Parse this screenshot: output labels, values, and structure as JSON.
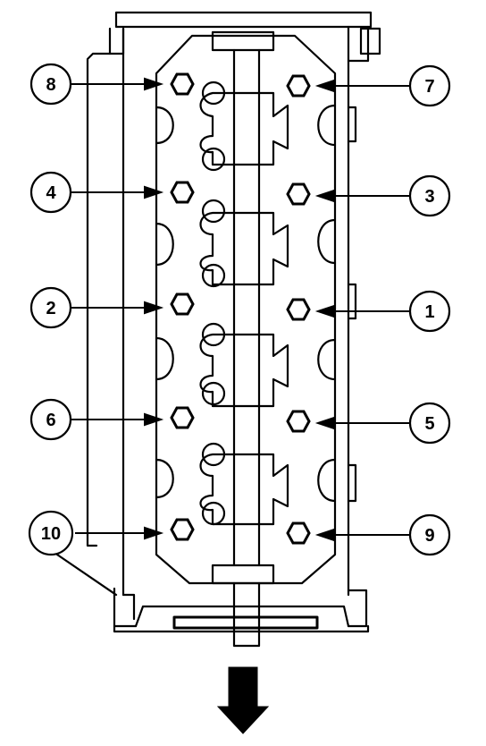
{
  "diagram": {
    "colors": {
      "line": "#000000",
      "background": "#ffffff"
    },
    "callouts": {
      "left": [
        "8",
        "4",
        "2",
        "6",
        "10"
      ],
      "right": [
        "7",
        "3",
        "1",
        "5",
        "9"
      ]
    },
    "icons": {
      "bolt": "hexagon-bolt-icon",
      "direction": "down-arrow-icon"
    }
  }
}
